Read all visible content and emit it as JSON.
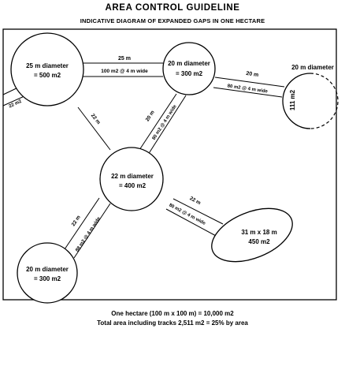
{
  "title": "AREA CONTROL GUIDELINE",
  "subtitle": "INDICATIVE DIAGRAM OF EXPANDED GAPS IN ONE HECTARE",
  "gaps": {
    "gap_25": {
      "line1": "25 m diameter",
      "line2": "= 500 m2"
    },
    "gap_20_top": {
      "line1": "20 m diameter",
      "line2": "= 300 m2"
    },
    "gap_20_right": {
      "label": "20 m diameter",
      "area": "111 m2"
    },
    "gap_22": {
      "line1": "22 m diameter",
      "line2": "= 400 m2"
    },
    "gap_ellipse": {
      "line1": "31 m x 18 m",
      "line2": "450 m2"
    },
    "gap_20_bottom": {
      "line1": "20 m diameter",
      "line2": "= 300 m2"
    }
  },
  "tracks": {
    "left_edge": {
      "inner": "22 m2"
    },
    "top": {
      "length": "25 m",
      "inner": "100 m2 @ 4 m wide"
    },
    "right": {
      "length": "20 m",
      "inner": "80 m2 @ 4 m wide"
    },
    "center_top": {
      "length": "20 m",
      "inner": "80 m2 @ 4 m wide"
    },
    "diagonal": {
      "length": "22 m"
    },
    "center_right": {
      "length": "22 m",
      "inner": "80 m2 @ 4 m wide"
    },
    "center_bottom": {
      "length": "22 m",
      "inner": "88 m2 @ 4 m wide"
    }
  },
  "footer": {
    "line1": "One hectare (100 m x 100 m) = 10,000 m2",
    "line2": "Total area including tracks  2,511 m2 = 25% by area"
  }
}
